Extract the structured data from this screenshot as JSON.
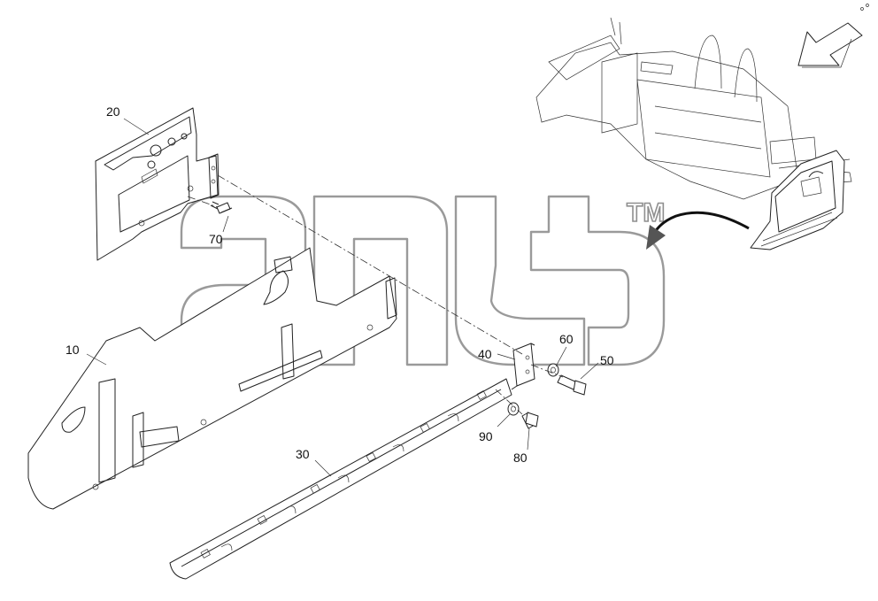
{
  "diagram": {
    "callouts": [
      {
        "id": "c10",
        "text": "10"
      },
      {
        "id": "c20",
        "text": "20"
      },
      {
        "id": "c30",
        "text": "30"
      },
      {
        "id": "c40",
        "text": "40"
      },
      {
        "id": "c50",
        "text": "50"
      },
      {
        "id": "c60",
        "text": "60"
      },
      {
        "id": "c70",
        "text": "70"
      },
      {
        "id": "c80",
        "text": "80"
      },
      {
        "id": "c90",
        "text": "90"
      }
    ],
    "watermark": {
      "trademark": "TM"
    }
  }
}
